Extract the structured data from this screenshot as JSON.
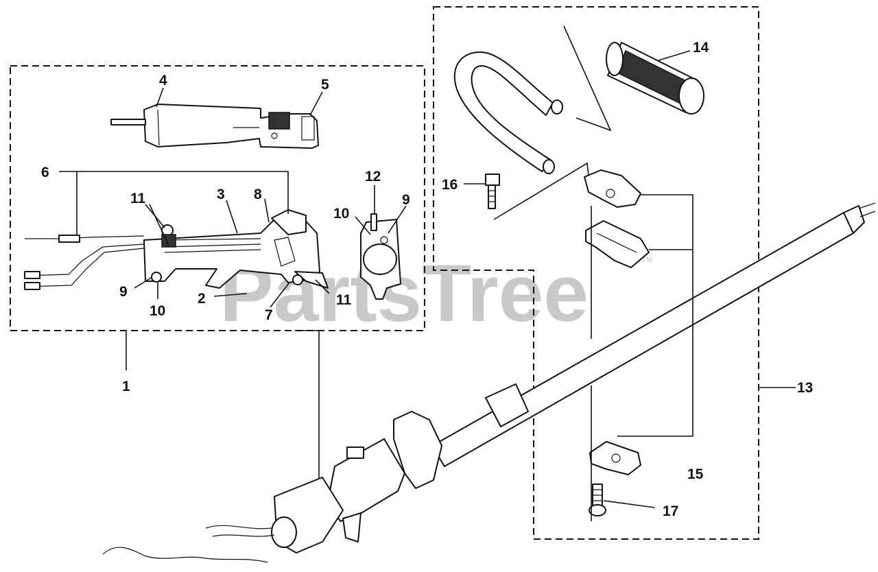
{
  "watermark": {
    "text": "PartsTree",
    "trademark": "TM"
  },
  "callouts": {
    "c1": "1",
    "c2": "2",
    "c3": "3",
    "c4": "4",
    "c5": "5",
    "c6": "6",
    "c7": "7",
    "c8": "8",
    "c9a": "9",
    "c9b": "9",
    "c10a": "10",
    "c10b": "10",
    "c11a": "11",
    "c11b": "11",
    "c12": "12",
    "c13": "13",
    "c14": "14",
    "c15": "15",
    "c16": "16",
    "c17": "17"
  }
}
